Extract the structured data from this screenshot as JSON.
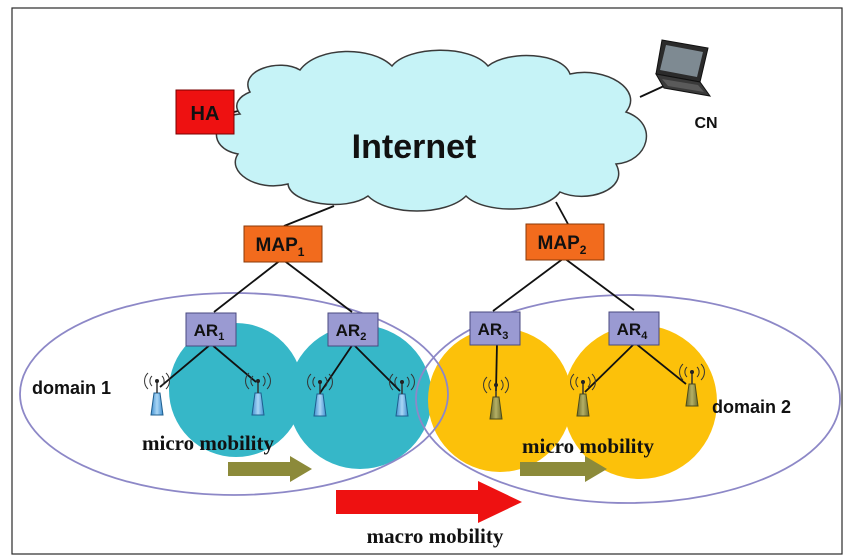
{
  "cloud": {
    "label": "Internet"
  },
  "nodes": {
    "ha": "HA",
    "cn": "CN",
    "map1": {
      "base": "MAP",
      "sub": "1"
    },
    "map2": {
      "base": "MAP",
      "sub": "2"
    },
    "ar1": {
      "base": "AR",
      "sub": "1"
    },
    "ar2": {
      "base": "AR",
      "sub": "2"
    },
    "ar3": {
      "base": "AR",
      "sub": "3"
    },
    "ar4": {
      "base": "AR",
      "sub": "4"
    }
  },
  "domains": {
    "domain1": "domain 1",
    "domain2": "domain 2"
  },
  "mobility": {
    "micro_left": "micro mobility",
    "micro_right": "micro mobility",
    "macro": "macro mobility"
  },
  "colors": {
    "ha": "#ee1111",
    "map": "#f26b1d",
    "ar": "#9a9ad2",
    "cloud": "#c6f3f7",
    "domain1_cell": "#36b7c8",
    "domain2_cell": "#fcc10a",
    "antenna_blue": "#6fb3e8",
    "antenna_olive": "#8f8b3e",
    "micro_arrow": "#8c8a3a",
    "macro_arrow": "#ee1111",
    "ellipse": "#8d88c7"
  }
}
